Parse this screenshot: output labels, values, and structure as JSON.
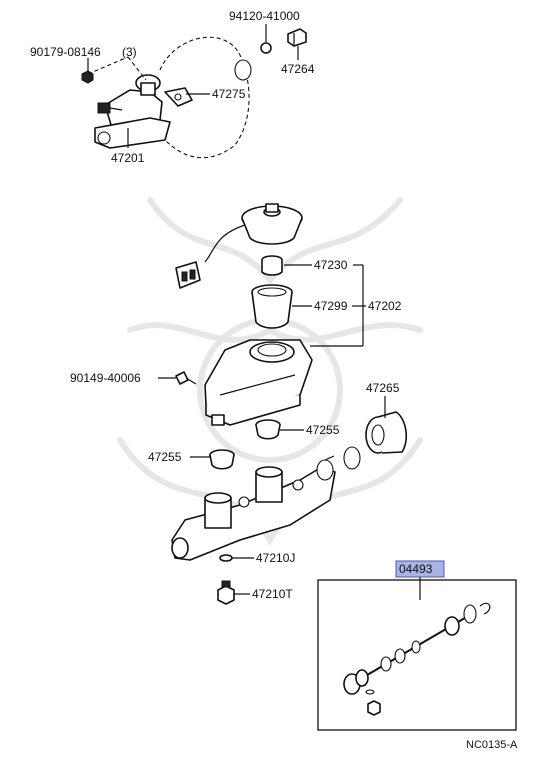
{
  "labels": {
    "p94120": "94120-41000",
    "p90179": "90179-08146",
    "qty3": "(3)",
    "p47264": "47264",
    "p47275": "47275",
    "p47201": "47201",
    "p47230": "47230",
    "p47299": "47299",
    "p47202": "47202",
    "p90149": "90149-40006",
    "p47265": "47265",
    "p47255a": "47255",
    "p47255b": "47255",
    "p47210J": "47210J",
    "p47210T": "47210T",
    "kit": "04493",
    "figcode": "NC0135-A"
  },
  "colors": {
    "kit_highlight": "#a9b4e6",
    "line": "#111111",
    "watermark": "#e6e6e6"
  }
}
